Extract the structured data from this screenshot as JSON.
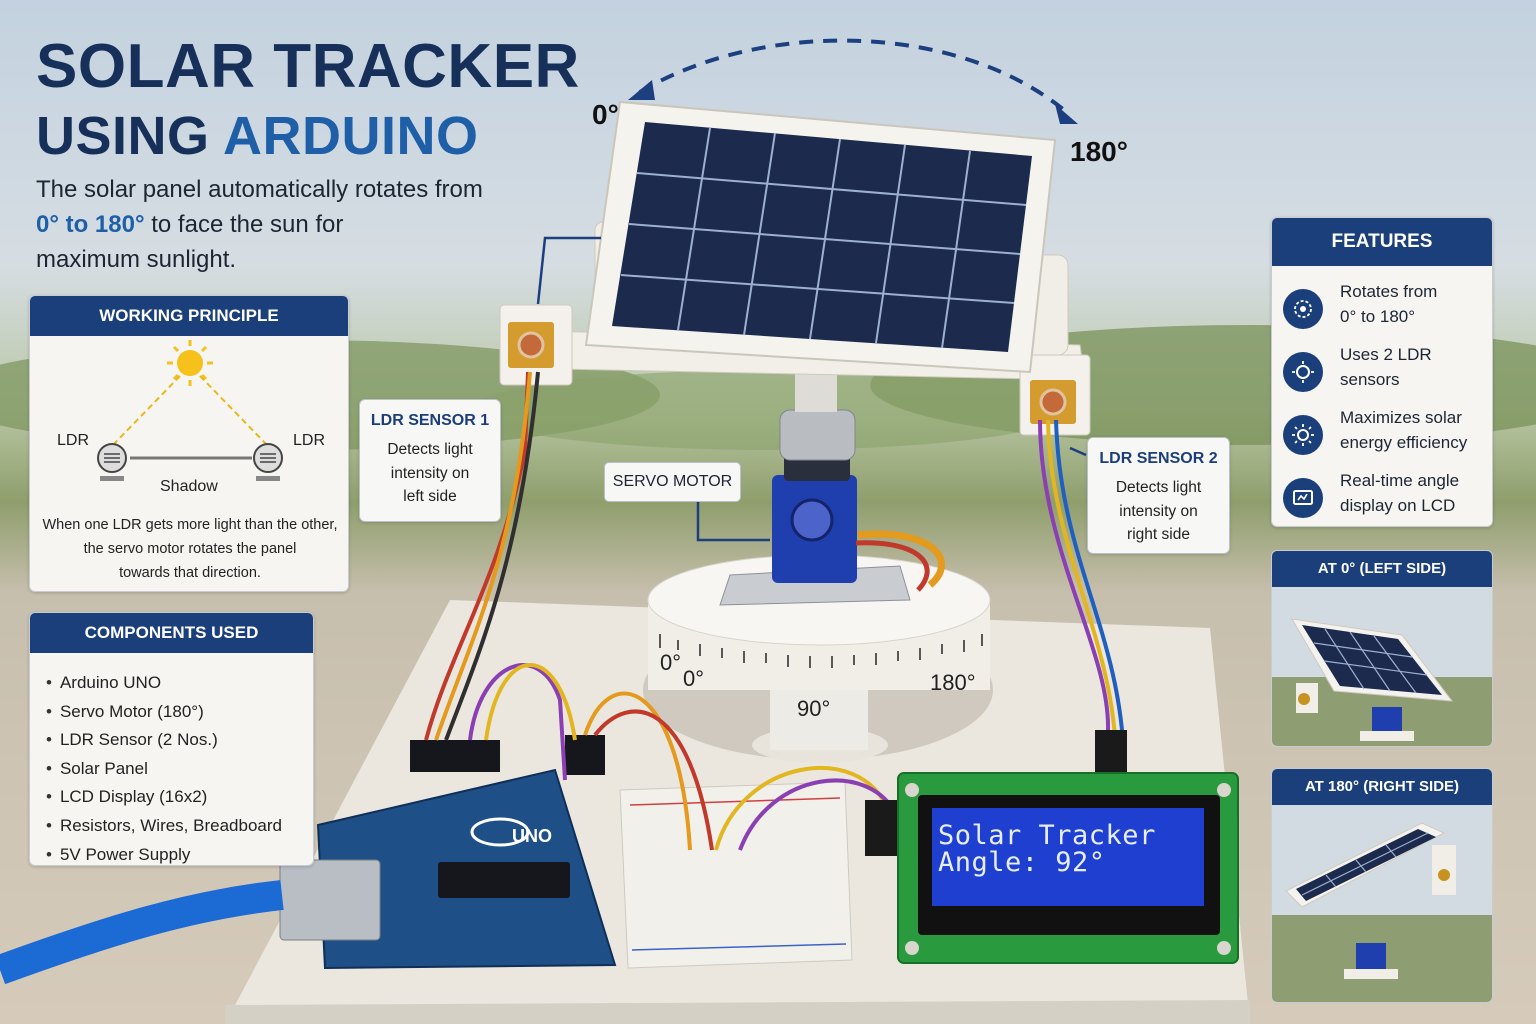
{
  "title": {
    "line1": "SOLAR TRACKER",
    "line2_prefix": "USING ",
    "line2_accent": "ARDUINO"
  },
  "intro": {
    "line1": "The solar panel automatically rotates from",
    "highlight": "0° to 180°",
    "line2_rest": " to face the sun for",
    "line3": "maximum sunlight."
  },
  "arc_labels": {
    "start": "0°",
    "end": "180°"
  },
  "working_principle": {
    "header": "WORKING PRINCIPLE",
    "ldr_left": "LDR",
    "ldr_right": "LDR",
    "shadow": "Shadow",
    "note_line1": "When one LDR gets more light than the other,",
    "note_line2": "the servo motor rotates the panel",
    "note_line3": "towards that direction."
  },
  "components": {
    "header": "COMPONENTS USED",
    "items": [
      "Arduino UNO",
      "Servo Motor (180°)",
      "LDR Sensor (2 Nos.)",
      "Solar Panel",
      "LCD Display (16x2)",
      "Resistors, Wires, Breadboard",
      "5V Power Supply"
    ]
  },
  "ldr1": {
    "title": "LDR SENSOR 1",
    "line1": "Detects light",
    "line2": "intensity on",
    "line3": "left side"
  },
  "ldr2": {
    "title": "LDR SENSOR 2",
    "line1": "Detects light",
    "line2": "intensity on",
    "line3": "right side"
  },
  "servo_label": "SERVO MOTOR",
  "dial": {
    "mark0": "0°",
    "mark90": "90°",
    "mark180": "180°"
  },
  "board": {
    "label": "UNO"
  },
  "lcd": {
    "line1": "Solar Tracker",
    "line2": "Angle: 92°"
  },
  "features": {
    "header": "FEATURES",
    "items": [
      {
        "icon": "rotate-icon",
        "line1": "Rotates from",
        "line2": "0° to 180°"
      },
      {
        "icon": "sensor-icon",
        "line1": "Uses 2 LDR",
        "line2": "sensors"
      },
      {
        "icon": "sun-icon",
        "line1": "Maximizes solar",
        "line2": "energy efficiency"
      },
      {
        "icon": "display-icon",
        "line1": "Real-time angle",
        "line2": "display on LCD"
      }
    ]
  },
  "thumb_left": {
    "header": "AT 0° (LEFT SIDE)"
  },
  "thumb_right": {
    "header": "AT 180° (RIGHT SIDE)"
  },
  "colors": {
    "navy": "#1b3f7a",
    "accent_blue": "#1f5fa8",
    "title": "#16305a",
    "lcd_bg": "#1f3fd1",
    "pcb_green": "#2a9a3e",
    "sun": "#f5c11a"
  }
}
